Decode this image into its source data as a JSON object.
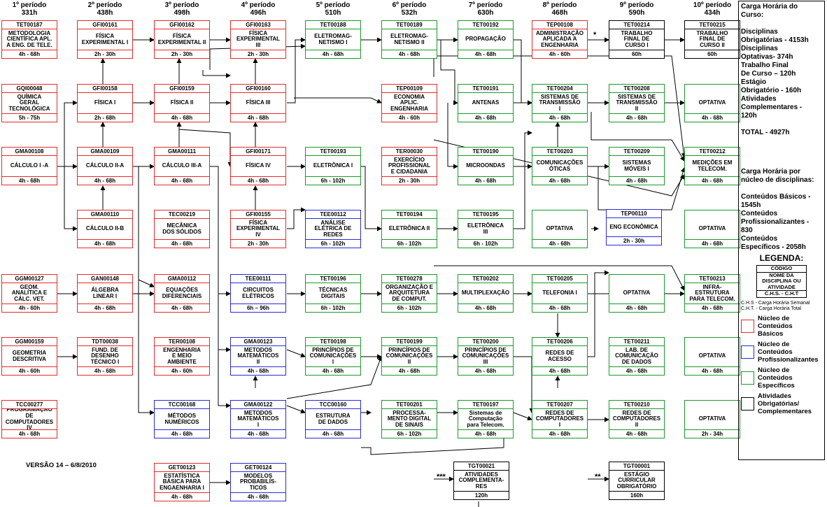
{
  "periods": [
    "1º período\n331h",
    "2º período\n438h",
    "3º período\n498h",
    "4º período\n496h",
    "5º período\n510h",
    "6º período\n532h",
    "7º período\n630h",
    "8º período\n468h",
    "9º período\n590h",
    "10º período\n434h"
  ],
  "courses": [
    {
      "id": "c1_1",
      "code": "TET00187",
      "name": "METODOLOGIA\nCIENTÍFICA APL.\nA ENG. DE TELE.",
      "ch": "4h - 68h",
      "color": "red"
    },
    {
      "id": "c1_2",
      "code": "GQI00048",
      "name": "QUÍMICA\nGERAL\nTECNOLÓGICA",
      "ch": "5h - 75h",
      "color": "red"
    },
    {
      "id": "c1_3",
      "code": "GMA00108",
      "name": "CÁLCULO I -A",
      "ch": "4h - 68h",
      "color": "red"
    },
    {
      "id": "c1_5",
      "code": "GGM00127",
      "name": "GEOM.\nANALÍTICA E\nCÁLC. VET.",
      "ch": "4h - 60h",
      "color": "red"
    },
    {
      "id": "c1_6",
      "code": "GGM00159",
      "name": "GEOMETRIA\nDESCRITIVA",
      "ch": "4h - 60h",
      "color": "red"
    },
    {
      "id": "c1_7",
      "code": "TCC00277",
      "name": "PROGRAMAÇÃO DE\nCOMPUTADORES IV",
      "ch": "4h - 68h",
      "color": "red"
    },
    {
      "id": "c2_1",
      "code": "GFI00161",
      "name": "FÍSICA\nEXPERIMENTAL I",
      "ch": "2h - 30h",
      "color": "red"
    },
    {
      "id": "c2_2",
      "code": "GFI00158",
      "name": "FÍSICA I",
      "ch": "2h - 68h",
      "color": "red"
    },
    {
      "id": "c2_3",
      "code": "GMA00109",
      "name": "CÁLCULO II-A",
      "ch": "4h - 68h",
      "color": "red"
    },
    {
      "id": "c2_4",
      "code": "GMA00110",
      "name": "CÁLCULO II-B",
      "ch": "4h - 68h",
      "color": "red"
    },
    {
      "id": "c2_5",
      "code": "GAN00148",
      "name": "ÁLGEBRA\nLINEAR I",
      "ch": "4h - 68h",
      "color": "red"
    },
    {
      "id": "c2_6",
      "code": "TDT00038",
      "name": "FUND. DE\nDESENHO\nTÉCNICO I",
      "ch": "4h - 68h",
      "color": "red"
    },
    {
      "id": "c3_1",
      "code": "GFI00162",
      "name": "FÍSICA\nEXPERIMENTAL II",
      "ch": "2h - 30h",
      "color": "red"
    },
    {
      "id": "c3_2",
      "code": "GFI00159",
      "name": "FÍSICA II",
      "ch": "4h - 68h",
      "color": "red"
    },
    {
      "id": "c3_3",
      "code": "GMA00111",
      "name": "CÁLCULO III-A",
      "ch": "4h - 68h",
      "color": "red"
    },
    {
      "id": "c3_4",
      "code": "TEC00219",
      "name": "MECÂNICA\nDOS SÓLIDOS",
      "ch": "4h - 68h",
      "color": "red"
    },
    {
      "id": "c3_5",
      "code": "GMA00112",
      "name": "EQUAÇÕES\nDIFERENCIAIS",
      "ch": "4h - 68h",
      "color": "red"
    },
    {
      "id": "c3_6",
      "code": "TER00108",
      "name": "ENGENHARIA\nE MEIO\nAMBIENTE",
      "ch": "4h - 60h",
      "color": "red"
    },
    {
      "id": "c3_7",
      "code": "TCC00168",
      "name": "MÉTODOS\nNUMÉRICOS",
      "ch": "4h - 68h",
      "color": "blue"
    },
    {
      "id": "c3_8",
      "code": "GET00123",
      "name": "ESTATÍSTICA\nBÁSICA PARA\nENGAENHARIA I",
      "ch": "4h - 68h",
      "color": "red"
    },
    {
      "id": "c4_1",
      "code": "GFI00163",
      "name": "FÍSICA\nEXPERIMENTAL\nIII",
      "ch": "2h - 30h",
      "color": "red"
    },
    {
      "id": "c4_2",
      "code": "GFI00160",
      "name": "FÍSICA III",
      "ch": "4h - 68h",
      "color": "red"
    },
    {
      "id": "c4_3",
      "code": "GFI00171",
      "name": "FÍSICA IV",
      "ch": "4h - 68h",
      "color": "red"
    },
    {
      "id": "c4_4",
      "code": "GFI00155",
      "name": "FÍSICA\nEXPERIMENTAL\nIV",
      "ch": "2h - 30h",
      "color": "red"
    },
    {
      "id": "c4_5",
      "code": "TEE00111",
      "name": "CIRCUITOS\nELÉTRICOS",
      "ch": "6h – 96h",
      "color": "blue"
    },
    {
      "id": "c4_6",
      "code": "GMA00123",
      "name": "METODOS\nMATEMÁTICOS\nII",
      "ch": "4h - 68h",
      "color": "blue"
    },
    {
      "id": "c4_7",
      "code": "GMA00122",
      "name": "METODOS\nMATEMÁTICOS\nI",
      "ch": "4h - 68h",
      "color": "blue"
    },
    {
      "id": "c4_8",
      "code": "GET00124",
      "name": "MODELOS\nPROBABILÍS-\nTICOS",
      "ch": "4h - 68h",
      "color": "blue"
    },
    {
      "id": "c5_1",
      "code": "TET00188",
      "name": "ELETROMAG-\nNETISMO I",
      "ch": "4h - 68h",
      "color": "green"
    },
    {
      "id": "c5_3",
      "code": "TET00193",
      "name": "ELETRÔNICA I",
      "ch": "6h - 102h",
      "color": "green"
    },
    {
      "id": "c5_4",
      "code": "TEE00112",
      "name": "ANÁLISE\nELÉTRICA DE\nREDES",
      "ch": "6h - 102h",
      "color": "blue"
    },
    {
      "id": "c5_5",
      "code": "TET00196",
      "name": "TÉCNICAS\nDIGITAIS",
      "ch": "6h - 102h",
      "color": "green"
    },
    {
      "id": "c5_6",
      "code": "TET00198",
      "name": "PRINCÍPIOS DE\nCOMUNICAÇÕES\nI",
      "ch": "4h - 68h",
      "color": "green"
    },
    {
      "id": "c5_7",
      "code": "TCC00160",
      "name": "ESTRUTURA\nDE DADOS",
      "ch": "4h - 68h",
      "color": "blue"
    },
    {
      "id": "c6_1",
      "code": "TET00189",
      "name": "ELETROMAG-\nNETISMO II",
      "ch": "4h - 68h",
      "color": "green"
    },
    {
      "id": "c6_2",
      "code": "TEP00109",
      "name": "ECONOMIA\nAPLIC.\nENGENHARIA",
      "ch": "4h - 60h",
      "color": "red"
    },
    {
      "id": "c6_3",
      "code": "TER00030",
      "name": "EXERCÍCIO\nPROFISSIONAL\nE CIDADANIA",
      "ch": "2h - 30h",
      "color": "red"
    },
    {
      "id": "c6_4",
      "code": "TET00194",
      "name": "ELETRÔNICA II",
      "ch": "6h - 102h",
      "color": "green"
    },
    {
      "id": "c6_5",
      "code": "TET00278",
      "name": "ORGANIZAÇÃO E\nARQUITETURA\nDE COMPUT.",
      "ch": "6h - 102h",
      "color": "green"
    },
    {
      "id": "c6_6",
      "code": "TET00199",
      "name": "PRINCÍPIOS DE\nCOMUNICAÇÕES\nII",
      "ch": "4h - 68h",
      "color": "green"
    },
    {
      "id": "c6_7",
      "code": "TET00201",
      "name": "PROCESSA-\nMENTO DIGITAL\nDE SINAIS",
      "ch": "6h - 102h",
      "color": "green"
    },
    {
      "id": "c7_1",
      "code": "TET00192",
      "name": "PROPAGAÇÃO",
      "ch": "4h - 68h",
      "color": "green"
    },
    {
      "id": "c7_2",
      "code": "TET00191",
      "name": "ANTENAS",
      "ch": "4h - 68h",
      "color": "green"
    },
    {
      "id": "c7_3",
      "code": "TET00190",
      "name": "MICROONDAS",
      "ch": "4h - 68h",
      "color": "green"
    },
    {
      "id": "c7_4",
      "code": "TET00195",
      "name": "ELETRÔNICA\nIII",
      "ch": "6h - 102h",
      "color": "green"
    },
    {
      "id": "c7_5",
      "code": "TET00202",
      "name": "MULTIPLEXAÇÃO",
      "ch": "4h - 68h",
      "color": "green"
    },
    {
      "id": "c7_6",
      "code": "TET00200",
      "name": "PRINCÍPIOS DE\nCOMUNICAÇÕES\nIII",
      "ch": "4h - 68h",
      "color": "green"
    },
    {
      "id": "c7_7",
      "code": "TET00197",
      "name": "Sistemas de\nComputação\npara Telecom.",
      "ch": "4h - 68h",
      "color": "green"
    },
    {
      "id": "c8_1",
      "code": "TEP00108",
      "name": "ADMINISTRAÇÃO\nAPLICADA A\nENGENHARIA",
      "ch": "4h - 60h",
      "color": "red"
    },
    {
      "id": "c8_2",
      "code": "TET00204",
      "name": "SISTEMAS DE\nTRANSMISSÃO\nI",
      "ch": "4h - 68h",
      "color": "green"
    },
    {
      "id": "c8_3",
      "code": "TET00203",
      "name": "COMUNICAÇÕES\nÓTICAS",
      "ch": "4h - 68h",
      "color": "green"
    },
    {
      "id": "c8_4",
      "code": "",
      "name": "OPTATIVA",
      "ch": "4h - 68h",
      "color": "green"
    },
    {
      "id": "c8_4b",
      "code": "TEP00110",
      "name": "ENG ECONÔMICA",
      "ch": "2h - 30h",
      "color": "blue"
    },
    {
      "id": "c8_5",
      "code": "TET00205",
      "name": "TELEFONIA I",
      "ch": "4h - 68h",
      "color": "green"
    },
    {
      "id": "c8_6",
      "code": "TET00206",
      "name": "REDES DE\nACESSO",
      "ch": "4h - 68h",
      "color": "green"
    },
    {
      "id": "c8_7",
      "code": "TET00207",
      "name": "REDES DE\nCOMPUTADORES\nI",
      "ch": "4h - 68h",
      "color": "green"
    },
    {
      "id": "c9_1",
      "code": "TET00214",
      "name": "TRABALHO\nFINAL DE\nCURSO I",
      "ch": "60h",
      "color": "black"
    },
    {
      "id": "c9_2",
      "code": "TET00208",
      "name": "SISTEMAS DE\nTRANSMISSÃO\nII",
      "ch": "4h - 68h",
      "color": "green"
    },
    {
      "id": "c9_3",
      "code": "TET00209",
      "name": "SISTEMAS\nMÓVEIS I",
      "ch": "4h - 68h",
      "color": "green"
    },
    {
      "id": "c9_5",
      "code": "",
      "name": "OPTATIVA",
      "ch": "4h - 68h",
      "color": "green"
    },
    {
      "id": "c9_6",
      "code": "TET00211",
      "name": "LAB. DE\nCOMUNICAÇÃO\nDE DADOS",
      "ch": "4h - 68h",
      "color": "green"
    },
    {
      "id": "c9_7",
      "code": "TET00210",
      "name": "REDES DE\nCOMPUTADORES\nII",
      "ch": "4h - 68h",
      "color": "green"
    },
    {
      "id": "c10_1",
      "code": "TET00215",
      "name": "TRABALHO\nFINAL DE\nCURSO II",
      "ch": "60h",
      "color": "black"
    },
    {
      "id": "c10_2",
      "code": "",
      "name": "OPTATIVA",
      "ch": "4h - 68h",
      "color": "green"
    },
    {
      "id": "c10_3",
      "code": "TET00212",
      "name": "MEDIÇÕES EM\nTELECOM.",
      "ch": "4h - 68h",
      "color": "green"
    },
    {
      "id": "c10_4",
      "code": "",
      "name": "OPTATIVA",
      "ch": "4h - 68h",
      "color": "green"
    },
    {
      "id": "c10_5",
      "code": "TET00213",
      "name": "INFRA-\nESTRUTURA\nPARA TELECOM.",
      "ch": "4h - 68h",
      "color": "green"
    },
    {
      "id": "c10_6",
      "code": "",
      "name": "OPTATIVA",
      "ch": "4h - 68h",
      "color": "green"
    },
    {
      "id": "c10_7",
      "code": "",
      "name": "OPTATIVA",
      "ch": "2h - 34h",
      "color": "green"
    },
    {
      "id": "act_1",
      "code": "TGT00021",
      "name": "ATIVIDADES\nCOMPLEMENTA-\nRES",
      "ch": "120h",
      "color": "black"
    },
    {
      "id": "act_2",
      "code": "TGT00001",
      "name": "ESTÁGIO\nCURRICULAR\nOBRIGATÓRIO",
      "ch": "160h",
      "color": "black"
    }
  ],
  "markers": {
    "tfc": "*",
    "estagio": "**",
    "atividades": "***"
  },
  "side": {
    "carga_title": "Carga Horária do\nCurso:",
    "carga_body": "Disciplinas\nObrigatórias - 4153h\nDisciplinas\nOptativas- 374h\nTrabalho Final\nDe Curso – 120h\nEstágio\nObrigatório - 160h\nAtividades\nComplementares -\n120h",
    "total": "TOTAL - 4927h",
    "nucleo_title": "Carga Horária por\nnúcleo de disciplinas:",
    "nucleo_body": "Conteúdos Básicos -\n1545h\nConteúdos\nProfissionalizantes -\n830\nConteúdos\nEspecíficos - 2058h",
    "legend_title": "LEGENDA:",
    "legend_code": "CÓDIGO",
    "legend_name": "NOME DA\nDISCIPLINA OU\nATIVIDADE",
    "legend_ch": "C.H.S. - C.H.T",
    "ch_note": "C.H.S - Carga Horária Semanal\nC.H.T. - Carga Horária Total",
    "keys": [
      {
        "label": "Núcleo de\nConteúdos\nBásicos",
        "color": "#e52b2b"
      },
      {
        "label": "Núcleo de\nConteúdos\nProfissionalizantes",
        "color": "#2b2bd6"
      },
      {
        "label": "Núcleo de\nConteúdos\nEspecíficos",
        "color": "#1a9a2a"
      },
      {
        "label": "Atividades\nObrigatórias/\nComplementares",
        "color": "#000000"
      }
    ]
  },
  "version": "VERSÃO 14 – 6/8/2010"
}
